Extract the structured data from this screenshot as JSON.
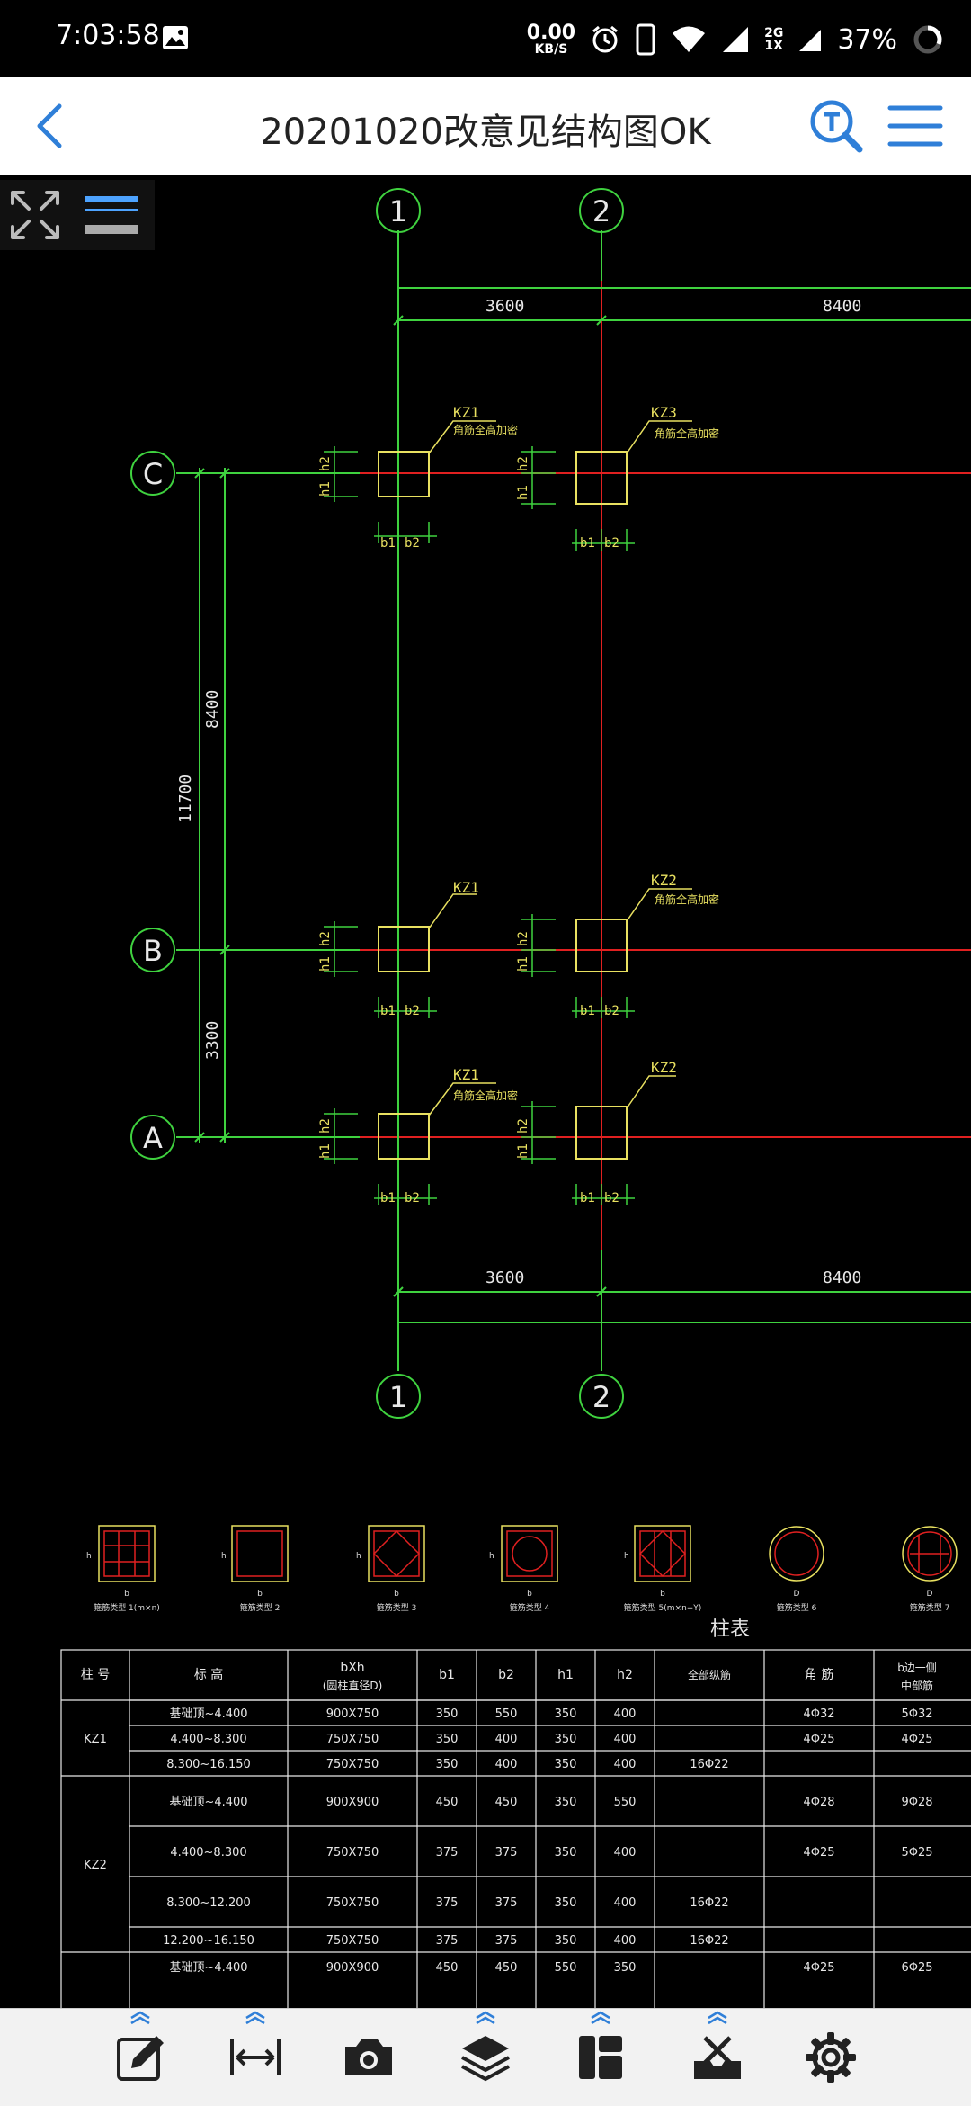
{
  "status_bar": {
    "time": "7:03:58",
    "net_speed_value": "0.00",
    "net_speed_unit": "KB/S",
    "network_top": "2G",
    "network_bottom": "1X",
    "battery": "37%"
  },
  "header": {
    "title": "20201020改意见结构图OK"
  },
  "drawing": {
    "axis_labels": {
      "col1": "1",
      "col2": "2",
      "rowC": "C",
      "rowB": "B",
      "rowA": "A"
    },
    "dimensions": {
      "top_a": "3600",
      "top_b": "8400",
      "bottom_a": "3600",
      "bottom_b": "8400",
      "vert_total": "11700",
      "vert_cb": "8400",
      "vert_ba": "3300"
    },
    "columns": {
      "c1": "KZ1",
      "c1_note": "角筋全高加密",
      "c2": "KZ3",
      "c2_note": "角筋全高加密",
      "b1": "KZ1",
      "b2": "KZ2",
      "b2_note": "角筋全高加密",
      "a1": "KZ1",
      "a1_note": "角筋全高加密",
      "a2": "KZ2"
    },
    "dim_labels": {
      "b1": "b1",
      "b2": "b2",
      "h1": "h1",
      "h2": "h2"
    },
    "section_types": [
      "箍筋类型 1(m×n)",
      "箍筋类型 2",
      "箍筋类型 3",
      "箍筋类型 4",
      "箍筋类型 5(m×n+Y)",
      "箍筋类型 6",
      "箍筋类型 7"
    ],
    "section_b": "b",
    "section_d": "D",
    "section_h": "h",
    "table_title": "柱表",
    "table_headers": [
      "柱 号",
      "标  高",
      "bXh",
      "(圆柱直径D)",
      "b1",
      "b2",
      "h1",
      "h2",
      "全部纵筋",
      "角  筋",
      "b边一侧",
      "中部筋"
    ],
    "table_rows": [
      {
        "id": "KZ1",
        "levels": [
          [
            "基础顶~4.400",
            "900X750",
            "350",
            "550",
            "350",
            "400",
            "",
            "4Φ32",
            "5Φ32"
          ],
          [
            "4.400~8.300",
            "750X750",
            "350",
            "400",
            "350",
            "400",
            "",
            "4Φ25",
            "4Φ25"
          ],
          [
            "8.300~16.150",
            "750X750",
            "350",
            "400",
            "350",
            "400",
            "16Φ22",
            "",
            ""
          ]
        ]
      },
      {
        "id": "KZ2",
        "levels": [
          [
            "基础顶~4.400",
            "900X900",
            "450",
            "450",
            "350",
            "550",
            "",
            "4Φ28",
            "9Φ28"
          ],
          [
            "4.400~8.300",
            "750X750",
            "375",
            "375",
            "350",
            "400",
            "",
            "4Φ25",
            "5Φ25"
          ],
          [
            "8.300~12.200",
            "750X750",
            "375",
            "375",
            "350",
            "400",
            "16Φ22",
            "",
            ""
          ],
          [
            "12.200~16.150",
            "750X750",
            "375",
            "375",
            "350",
            "400",
            "16Φ22",
            "",
            ""
          ]
        ]
      },
      {
        "id": "",
        "levels": [
          [
            "基础顶~4.400",
            "900X900",
            "450",
            "450",
            "550",
            "350",
            "",
            "4Φ25",
            "6Φ25"
          ]
        ]
      }
    ]
  },
  "colors": {
    "grid_green": "#3fd23f",
    "axis_red": "#e02020",
    "outline_yellow": "#e8e060",
    "accent_blue": "#2f7fd8",
    "canvas": "#000000"
  },
  "icons": {
    "back": "chevron-left-icon",
    "text_search": "text-search-icon",
    "menu": "hamburger-menu-icon",
    "fullscreen": "expand-arrows-icon",
    "layers_toggle": "line-weight-icon",
    "edit": "edit-icon",
    "measure": "measure-icon",
    "camera": "camera-icon",
    "layers": "layers-icon",
    "layout": "layout-icon",
    "toolbox": "toolbox-icon",
    "settings": "gear-icon"
  }
}
